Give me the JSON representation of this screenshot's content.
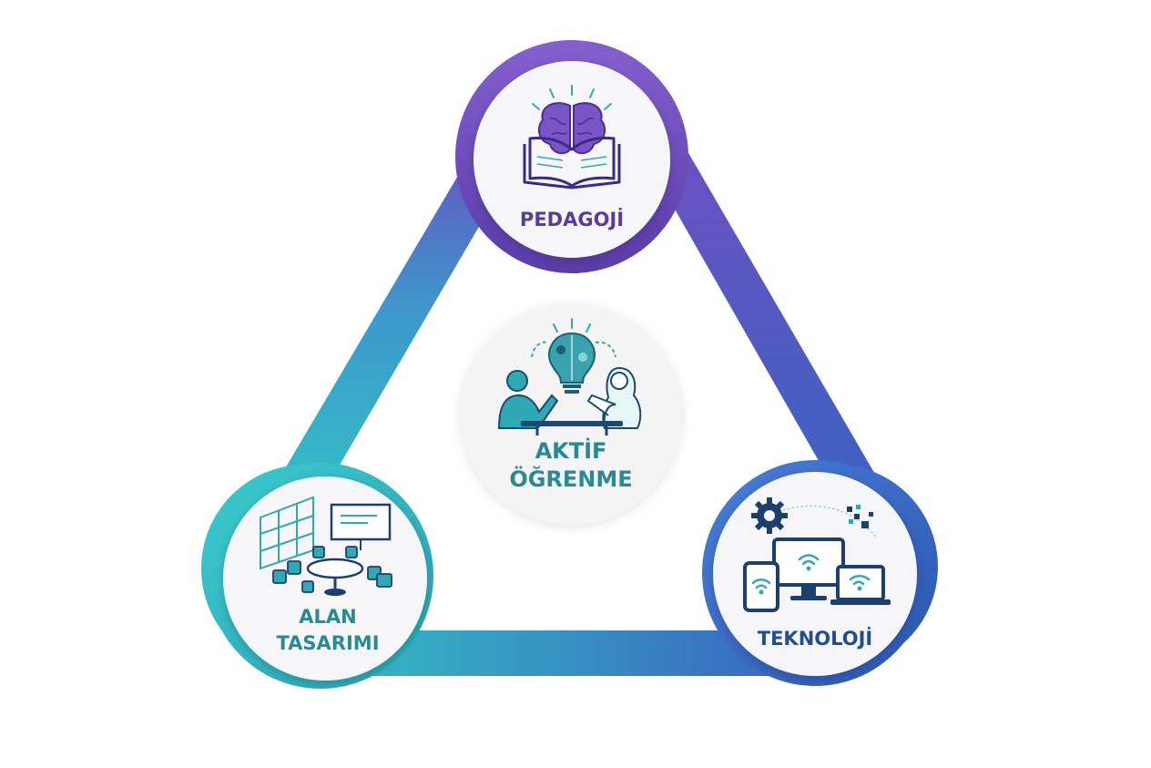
{
  "diagram": {
    "nodes": {
      "top": {
        "label": "PEDAGOJİ",
        "icon": "brain-book-icon",
        "color": "#5b3a9e"
      },
      "center": {
        "line1": "AKTİF",
        "line2": "ÖĞRENME",
        "icon": "collaboration-lightbulb-icon",
        "color": "#2a8a94"
      },
      "left": {
        "line1": "ALAN",
        "line2": "TASARIMI",
        "icon": "learning-space-icon",
        "color": "#2a8a94"
      },
      "right": {
        "label": "TEKNOLOJİ",
        "icon": "devices-icon",
        "color": "#1e4f94"
      }
    },
    "colors": {
      "purple": "#6a4bbd",
      "teal": "#34c0c6",
      "blue": "#3b66c4",
      "icon_teal": "#2fa9b4",
      "icon_navy": "#1c3f6e"
    }
  }
}
